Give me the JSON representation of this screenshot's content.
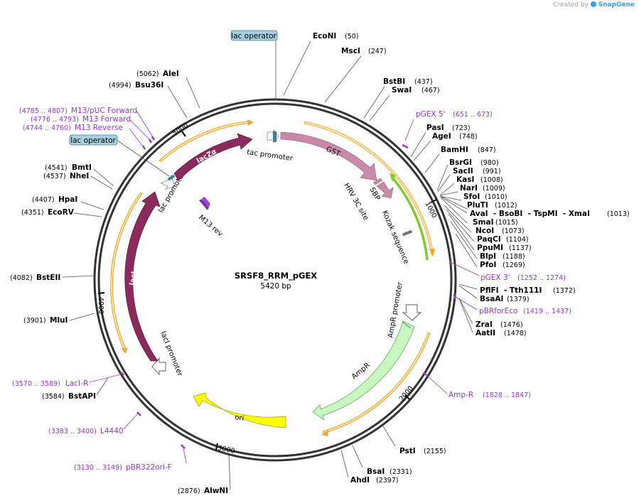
{
  "credit": {
    "prefix": "Created by",
    "brand": "SnapGene"
  },
  "plasmid": {
    "name": "SRSF8_RRM_pGEX",
    "size_text": "5420 bp",
    "length": 5420
  },
  "ticks": [
    {
      "pos": 1000,
      "label": "1000"
    },
    {
      "pos": 2000,
      "label": "2000"
    },
    {
      "pos": 3000,
      "label": "3000"
    },
    {
      "pos": 4000,
      "label": "4000"
    },
    {
      "pos": 5000,
      "label": "5000"
    }
  ],
  "colors": {
    "backbone": "#333333",
    "orf": "#f0a830",
    "lacZa": "#8b2a5c",
    "lacI": "#8b2a5c",
    "GST": "#c88aa8",
    "SBP": "#c88aa8",
    "AmpR": "#c8f8c0",
    "ori": "#ffff00",
    "primer": "#9b36c8",
    "green_orf": "#7ccc30",
    "lac_operator": "#a6cfe0"
  },
  "features": {
    "GST": {
      "label": "GST"
    },
    "SBP": {
      "label": "SBP"
    },
    "HRV": {
      "label": "HRV 3C site"
    },
    "Kozak": {
      "label": "Kozak sequence"
    },
    "AmpR_promoter": {
      "label": "AmpR promoter"
    },
    "AmpR": {
      "label": "AmpR"
    },
    "ori": {
      "label": "ori"
    },
    "lacI_promoter": {
      "label": "lacI promoter"
    },
    "lacI": {
      "label": "lacI"
    },
    "lac_promoter": {
      "label": "lac promoter"
    },
    "lacZa": {
      "label": "lacZα"
    },
    "tac_promoter": {
      "label": "tac promoter"
    },
    "M13_rev": {
      "label": "M13 rev"
    }
  },
  "boxes": {
    "lac_operator_top": "lac operator",
    "lac_operator_left": "lac operator"
  },
  "sites_right": [
    {
      "name": "EcoNI",
      "pos": "(50)"
    },
    {
      "name": "MscI",
      "pos": "(247)"
    },
    {
      "name": "BstBI",
      "pos": "(437)"
    },
    {
      "name": "SwaI",
      "pos": "(467)"
    },
    {
      "name": "PasI",
      "pos": "(723)"
    },
    {
      "name": "AgeI",
      "pos": "(748)"
    },
    {
      "name": "BamHI",
      "pos": "(847)"
    },
    {
      "name": "BsrGI",
      "pos": "(980)"
    },
    {
      "name": "SacII",
      "pos": "(991)"
    },
    {
      "name": "KasI",
      "pos": "(1008)"
    },
    {
      "name": "NarI",
      "pos": "(1009)"
    },
    {
      "name": "SfoI",
      "pos": "(1010)"
    },
    {
      "name": "PluTI",
      "pos": "(1012)"
    },
    {
      "name": "AvaI  - BsoBI  - TspMI  - XmaI",
      "pos": "(1013)"
    },
    {
      "name": "SmaI",
      "pos": "(1015)"
    },
    {
      "name": "NcoI",
      "pos": "(1073)"
    },
    {
      "name": "PaqCI",
      "pos": "(1104)"
    },
    {
      "name": "PpuMI",
      "pos": "(1137)"
    },
    {
      "name": "BlpI",
      "pos": "(1188)"
    },
    {
      "name": "PfoI",
      "pos": "(1269)"
    },
    {
      "name": "PflFI  - Tth111I",
      "pos": "(1372)"
    },
    {
      "name": "BsaAI",
      "pos": "(1379)"
    },
    {
      "name": "ZraI",
      "pos": "(1476)"
    },
    {
      "name": "AatII",
      "pos": "(1478)"
    },
    {
      "name": "PstI",
      "pos": "(2155)"
    },
    {
      "name": "BsaI",
      "pos": "(2331)"
    },
    {
      "name": "AhdI",
      "pos": "(2397)"
    }
  ],
  "sites_left": [
    {
      "name": "AleI",
      "pos": "(5062)"
    },
    {
      "name": "Bsu36I",
      "pos": "(4994)"
    },
    {
      "name": "BmtI",
      "pos": "(4541)"
    },
    {
      "name": "NheI",
      "pos": "(4537)"
    },
    {
      "name": "HpaI",
      "pos": "(4407)"
    },
    {
      "name": "EcoRV",
      "pos": "(4351)"
    },
    {
      "name": "BstEII",
      "pos": "(4082)"
    },
    {
      "name": "MluI",
      "pos": "(3901)"
    },
    {
      "name": "BstAPI",
      "pos": "(3584)"
    },
    {
      "name": "AlwNI",
      "pos": "(2876)"
    }
  ],
  "primers": [
    {
      "name": "pGEX 5'",
      "range": "(651 .. 673)"
    },
    {
      "name": "pGEX 3'",
      "range": "(1252 .. 1274)"
    },
    {
      "name": "pBRforEco",
      "range": "(1419 .. 1437)"
    },
    {
      "name": "Amp-R",
      "range": "(1828 .. 1847)"
    },
    {
      "name": "pBR322ori-F",
      "range": "(3130 .. 3149)"
    },
    {
      "name": "L4440",
      "range": "(3383 .. 3400)"
    },
    {
      "name": "LacI-R",
      "range": "(3570 .. 3589)"
    },
    {
      "name": "M13 Reverse",
      "range": "(4744 .. 4760)"
    },
    {
      "name": "M13 Forward",
      "range": "(4776 .. 4793)"
    },
    {
      "name": "M13/pUC Forward",
      "range": "(4785 .. 4807)"
    }
  ]
}
